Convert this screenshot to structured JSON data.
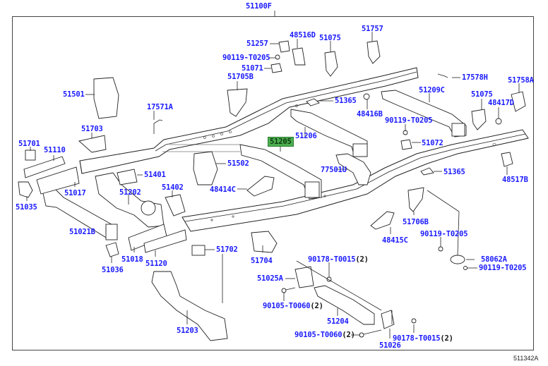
{
  "diagram": {
    "assembly_label": "51100F",
    "figure_number": "511342A",
    "label_color": "#1a1aff",
    "selected_color": "#4caf50",
    "selected_part": "51205",
    "parts": [
      {
        "id": "p51257",
        "label": "51257"
      },
      {
        "id": "p48516D",
        "label": "48516D"
      },
      {
        "id": "p51075a",
        "label": "51075"
      },
      {
        "id": "p51757",
        "label": "51757"
      },
      {
        "id": "p90119a",
        "label": "90119-T0205"
      },
      {
        "id": "p51071",
        "label": "51071"
      },
      {
        "id": "p51705B",
        "label": "51705B"
      },
      {
        "id": "p17578H",
        "label": "17578H"
      },
      {
        "id": "p51758A",
        "label": "51758A"
      },
      {
        "id": "p51501",
        "label": "51501"
      },
      {
        "id": "p17571A",
        "label": "17571A"
      },
      {
        "id": "p51365a",
        "label": "51365"
      },
      {
        "id": "p51209C",
        "label": "51209C"
      },
      {
        "id": "p51075b",
        "label": "51075"
      },
      {
        "id": "p48417D",
        "label": "48417D"
      },
      {
        "id": "p48416B",
        "label": "48416B"
      },
      {
        "id": "p90119b",
        "label": "90119-T0205"
      },
      {
        "id": "p51703",
        "label": "51703"
      },
      {
        "id": "p51206",
        "label": "51206"
      },
      {
        "id": "p51205",
        "label": "51205"
      },
      {
        "id": "p51072",
        "label": "51072"
      },
      {
        "id": "p51701",
        "label": "51701"
      },
      {
        "id": "p51110",
        "label": "51110"
      },
      {
        "id": "p51502",
        "label": "51502"
      },
      {
        "id": "p77501U",
        "label": "77501U"
      },
      {
        "id": "p51365b",
        "label": "51365"
      },
      {
        "id": "p48517B",
        "label": "48517B"
      },
      {
        "id": "p51401",
        "label": "51401"
      },
      {
        "id": "p51017",
        "label": "51017"
      },
      {
        "id": "p51202",
        "label": "51202"
      },
      {
        "id": "p51402",
        "label": "51402"
      },
      {
        "id": "p48414C",
        "label": "48414C"
      },
      {
        "id": "p51035",
        "label": "51035"
      },
      {
        "id": "p51706B",
        "label": "51706B"
      },
      {
        "id": "p48415C",
        "label": "48415C"
      },
      {
        "id": "p51021B",
        "label": "51021B"
      },
      {
        "id": "p90119c",
        "label": "90119-T0205"
      },
      {
        "id": "p51018",
        "label": "51018"
      },
      {
        "id": "p51120",
        "label": "51120"
      },
      {
        "id": "p51702",
        "label": "51702"
      },
      {
        "id": "p51704",
        "label": "51704"
      },
      {
        "id": "p58062A",
        "label": "58062A"
      },
      {
        "id": "p90178a",
        "label": "90178-T0015",
        "qty": "(2)"
      },
      {
        "id": "p90119d",
        "label": "90119-T0205"
      },
      {
        "id": "p51036",
        "label": "51036"
      },
      {
        "id": "p51025A",
        "label": "51025A"
      },
      {
        "id": "p90105a",
        "label": "90105-T0060",
        "qty": "(2)"
      },
      {
        "id": "p51203",
        "label": "51203"
      },
      {
        "id": "p51204",
        "label": "51204"
      },
      {
        "id": "p90105b",
        "label": "90105-T0060",
        "qty": "(2)"
      },
      {
        "id": "p90178b",
        "label": "90178-T0015",
        "qty": "(2)"
      },
      {
        "id": "p51026",
        "label": "51026"
      }
    ]
  }
}
